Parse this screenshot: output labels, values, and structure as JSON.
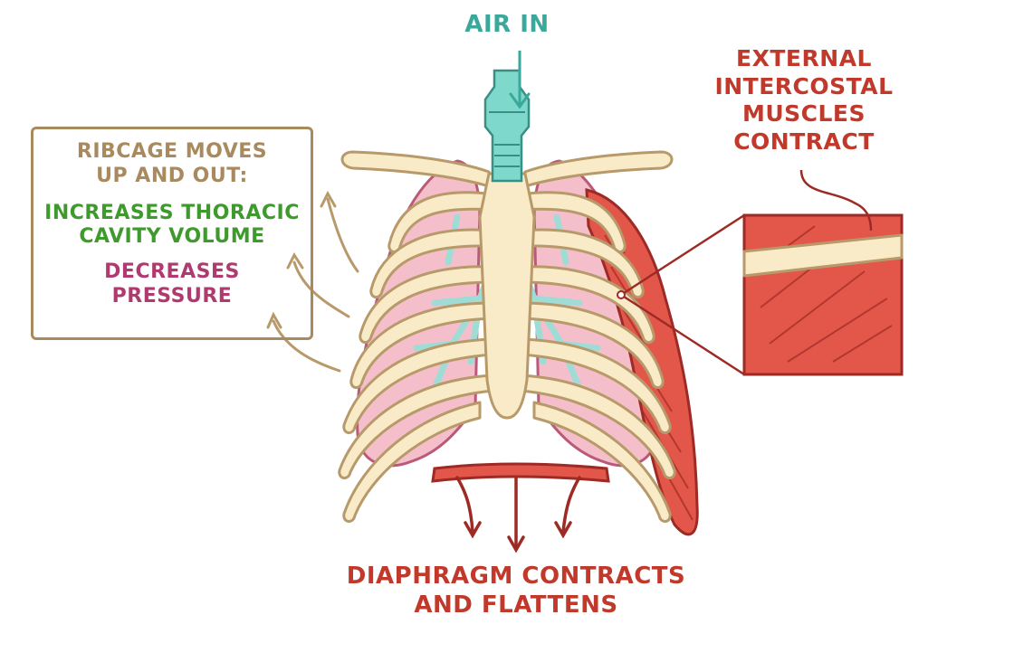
{
  "labels": {
    "air_in": "AIR IN",
    "intercostal": [
      "EXTERNAL",
      "INTERCOSTAL",
      "MUSCLES",
      "CONTRACT"
    ],
    "ribcage": [
      "RIBCAGE MOVES",
      "UP AND OUT:"
    ],
    "volume": [
      "INCREASES THORACIC",
      "CAVITY VOLUME"
    ],
    "pressure": [
      "DECREASES",
      "PRESSURE"
    ],
    "diaphragm": [
      "DIAPHRAGM CONTRACTS",
      "AND FLATTENS"
    ]
  },
  "colors": {
    "air": "#3aa89a",
    "muscle_label": "#c0392b",
    "ribcage_label": "#a88a5e",
    "volume_label": "#3f9a2e",
    "pressure_label": "#b03a6f",
    "bone": "#f9ebc8",
    "bone_outline": "#b89a6a",
    "lung": "#f4bfca",
    "lung_outline": "#b85a78",
    "bronchi": "#9fdcd6",
    "muscle": "#e3574a",
    "muscle_line": "#9e2a25",
    "trachea": "#7fd8cc"
  }
}
